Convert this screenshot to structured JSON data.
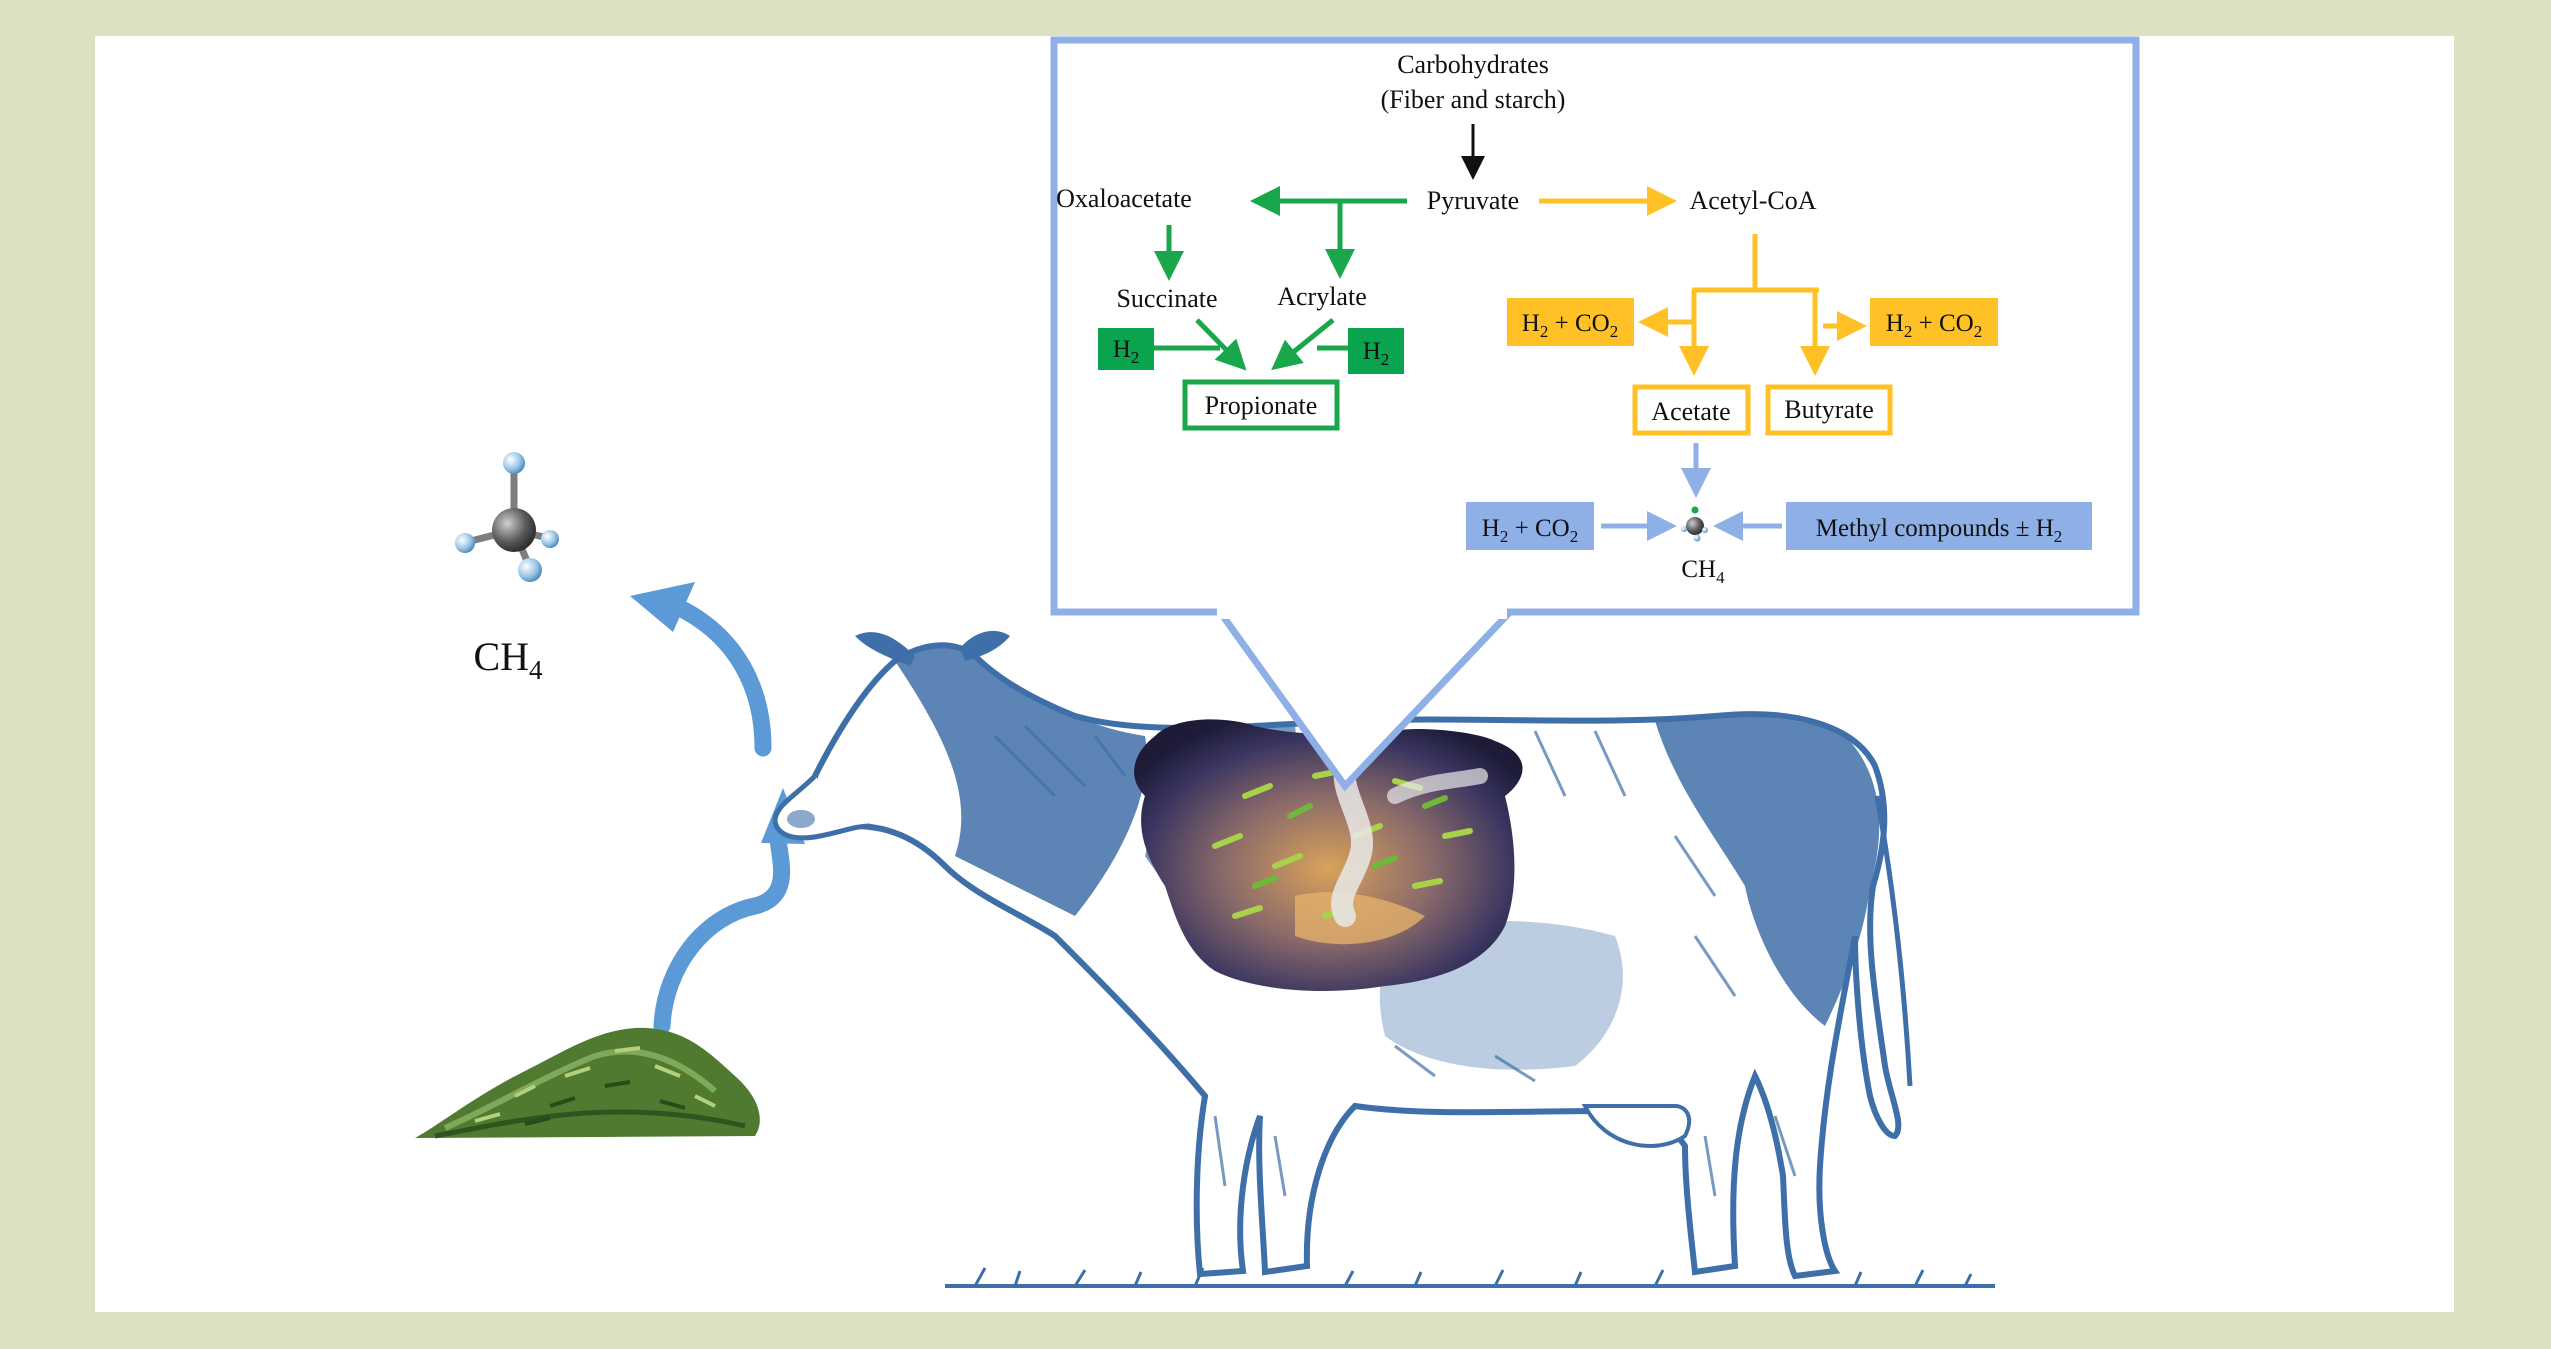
{
  "colors": {
    "background": "#dbe1c2",
    "panel": "#ffffff",
    "callout_border": "#8fb0e6",
    "green": "#1aa64a",
    "green_fill": "#0aa34e",
    "yellow": "#ffc125",
    "blue_fill": "#8fb0e6",
    "cow_blue": "#3f6fa8",
    "arrow_blue": "#5b9ad6",
    "feed_green": "#4f7a2f"
  },
  "icons": [
    "methane-molecule-icon",
    "cow-illustration",
    "rumen-contents",
    "feed-pile-icon"
  ],
  "left": {
    "methane_label_main": "CH",
    "methane_label_sub": "4"
  },
  "pathway": {
    "carbohydrates": "Carbohydrates",
    "carbohydrates_note": "(Fiber and starch)",
    "pyruvate": "Pyruvate",
    "oxaloacetate": "Oxaloacetate",
    "acetyl_coa": "Acetyl-CoA",
    "succinate": "Succinate",
    "acrylate": "Acrylate",
    "propionate": "Propionate",
    "h2_left": {
      "main": "H",
      "sub": "2"
    },
    "h2_right": {
      "main": "H",
      "sub": "2"
    },
    "h2co2_yellow_left": {
      "h": "H",
      "hsub": "2",
      "mid": " + CO",
      "csub": "2"
    },
    "h2co2_yellow_right": {
      "h": "H",
      "hsub": "2",
      "mid": " + CO",
      "csub": "2"
    },
    "acetate": "Acetate",
    "butyrate": "Butyrate",
    "h2co2_blue": {
      "h": "H",
      "hsub": "2",
      "mid": " + CO",
      "csub": "2"
    },
    "methyl_compounds": {
      "main": "Methyl compounds ± H",
      "sub": "2"
    },
    "ch4": {
      "main": "CH",
      "sub": "4"
    }
  }
}
